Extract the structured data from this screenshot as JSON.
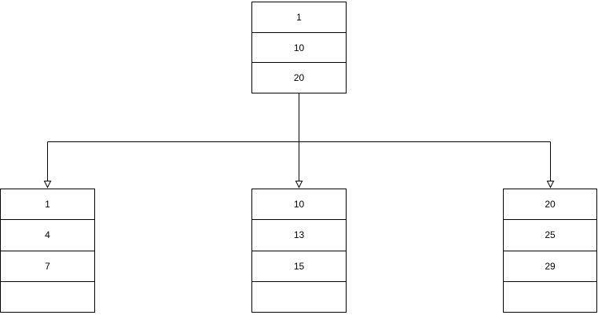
{
  "diagram": {
    "root": {
      "cells": [
        "1",
        "10",
        "20"
      ]
    },
    "children": [
      {
        "cells": [
          "1",
          "4",
          "7",
          ""
        ]
      },
      {
        "cells": [
          "10",
          "13",
          "15",
          ""
        ]
      },
      {
        "cells": [
          "20",
          "25",
          "29",
          ""
        ]
      }
    ]
  },
  "colors": {
    "stroke": "#000000",
    "text": "#000000",
    "background": "#ffffff"
  }
}
